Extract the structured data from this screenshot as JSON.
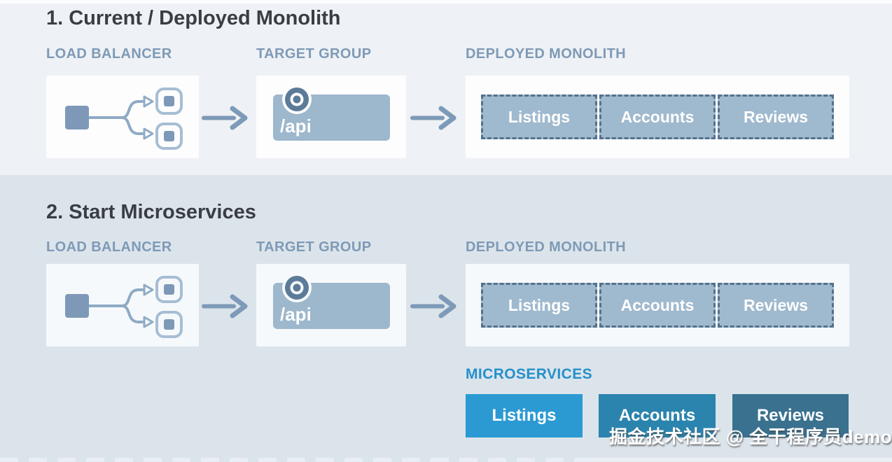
{
  "colors": {
    "section1_background": "#eef1f5",
    "section2_background": "#dce4eb",
    "card_background": "#fdfdfe",
    "slate_fill": "#7e99b8",
    "panel_blue": "#9db7cc",
    "monolith_cell_fill": "#9fb9ce",
    "dashed_border": "#54718c",
    "heading_text": "#393e44",
    "column_label_text": "#7e9ab6",
    "microservices_label_text": "#2590cb",
    "arrow": "#7d9ab8",
    "listings_box": "#2b9ad3",
    "accounts_box": "#2b84ae",
    "reviews_box": "#39718f"
  },
  "sections": [
    {
      "title": "1. Current / Deployed Monolith",
      "load_balancer_label": "LOAD BALANCER",
      "target_group_label": "TARGET GROUP",
      "monolith_label": "DEPLOYED MONOLITH",
      "api_label": "/api",
      "monolith_services": [
        "Listings",
        "Accounts",
        "Reviews"
      ]
    },
    {
      "title": "2. Start Microservices",
      "load_balancer_label": "LOAD BALANCER",
      "target_group_label": "TARGET GROUP",
      "monolith_label": "DEPLOYED MONOLITH",
      "api_label": "/api",
      "monolith_services": [
        "Listings",
        "Accounts",
        "Reviews"
      ],
      "microservices_label": "MICROSERVICES",
      "microservices": [
        {
          "label": "Listings",
          "color": "#2b9ad3"
        },
        {
          "label": "Accounts",
          "color": "#2b84ae"
        },
        {
          "label": "Reviews",
          "color": "#39718f"
        }
      ]
    }
  ],
  "watermark": {
    "text": "掘金技术社区 @ 全干程序员demo"
  }
}
